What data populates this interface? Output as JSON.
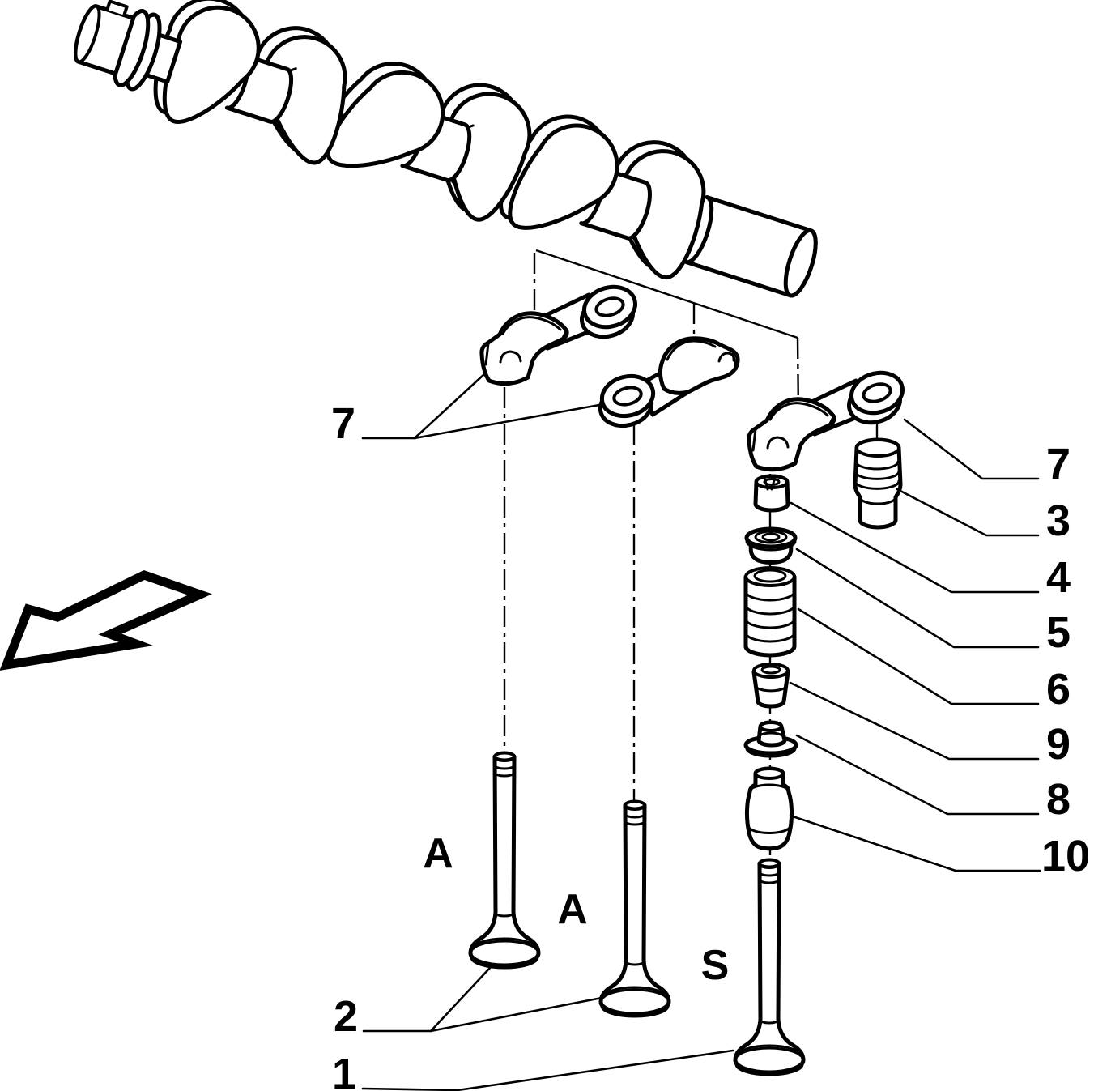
{
  "figure": {
    "background": "#ffffff",
    "ink": "#000000",
    "callouts": {
      "rockers_pair": "7",
      "rocker_right": "7",
      "tappet": "3",
      "cotters": "4",
      "spring_upper_cap": "5",
      "valve_spring": "6",
      "spring_lower_cap": "9",
      "valve_stem_seal": "8",
      "valve_guide": "10",
      "intake_valves": "2",
      "exhaust_valve": "1"
    },
    "valve_letters": {
      "intake_a1": "A",
      "intake_a2": "A",
      "exhaust_s": "S"
    }
  }
}
